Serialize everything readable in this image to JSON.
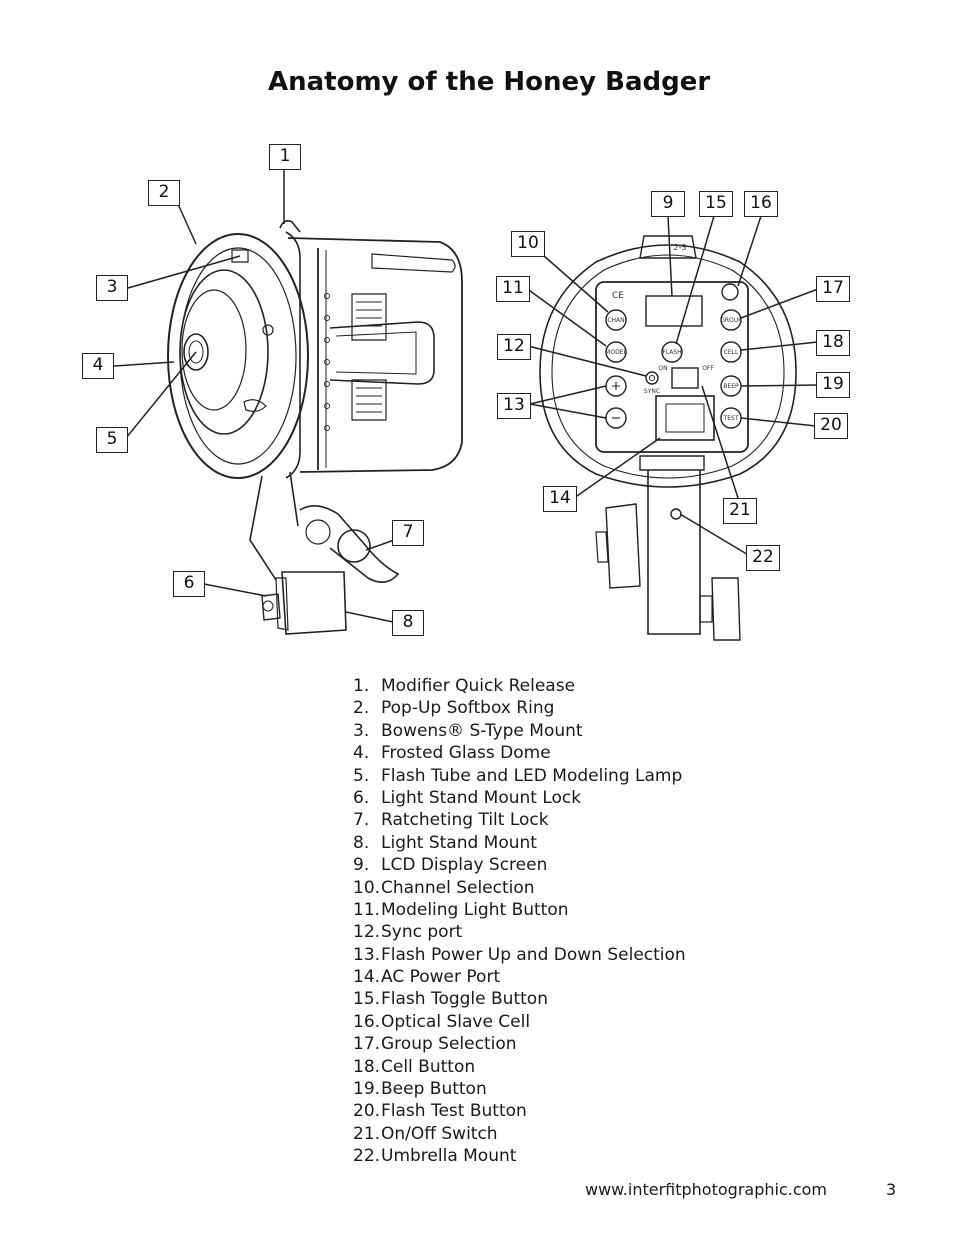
{
  "title": "Anatomy of the Honey Badger",
  "callouts": [
    "1",
    "2",
    "3",
    "4",
    "5",
    "6",
    "7",
    "8",
    "9",
    "10",
    "11",
    "12",
    "13",
    "14",
    "15",
    "16",
    "17",
    "18",
    "19",
    "20",
    "21",
    "22"
  ],
  "back_panel_labels": {
    "ce": "CE",
    "chan": "CHAN",
    "model": "MODEL",
    "flash": "FLASH",
    "group": "GROUP",
    "cell": "CELL",
    "beep": "BEEP",
    "test": "TEST",
    "sync": "SYNC",
    "on": "ON",
    "off": "OFF",
    "mount_scale": "2-3"
  },
  "legend": [
    {
      "num": "1.",
      "label": "Modifier Quick Release"
    },
    {
      "num": "2.",
      "label": "Pop-Up Softbox Ring"
    },
    {
      "num": "3.",
      "label": "Bowens® S-Type Mount"
    },
    {
      "num": "4.",
      "label": "Frosted Glass Dome"
    },
    {
      "num": "5.",
      "label": "Flash Tube and LED Modeling Lamp"
    },
    {
      "num": "6.",
      "label": "Light Stand Mount Lock"
    },
    {
      "num": "7.",
      "label": "Ratcheting Tilt Lock"
    },
    {
      "num": "8.",
      "label": "Light Stand Mount"
    },
    {
      "num": "9.",
      "label": "LCD Display Screen"
    },
    {
      "num": "10.",
      "label": "Channel Selection"
    },
    {
      "num": "11.",
      "label": "Modeling Light Button"
    },
    {
      "num": "12.",
      "label": "Sync port"
    },
    {
      "num": "13.",
      "label": "Flash Power Up and Down Selection"
    },
    {
      "num": "14.",
      "label": "AC Power Port"
    },
    {
      "num": "15.",
      "label": "Flash Toggle Button"
    },
    {
      "num": "16.",
      "label": "Optical Slave Cell"
    },
    {
      "num": "17.",
      "label": "Group Selection"
    },
    {
      "num": "18.",
      "label": "Cell Button"
    },
    {
      "num": "19.",
      "label": "Beep Button"
    },
    {
      "num": "20.",
      "label": "Flash Test Button"
    },
    {
      "num": "21.",
      "label": "On/Off Switch"
    },
    {
      "num": "22.",
      "label": "Umbrella Mount"
    }
  ],
  "footer": {
    "url": "www.interfitphotographic.com",
    "page": "3"
  }
}
